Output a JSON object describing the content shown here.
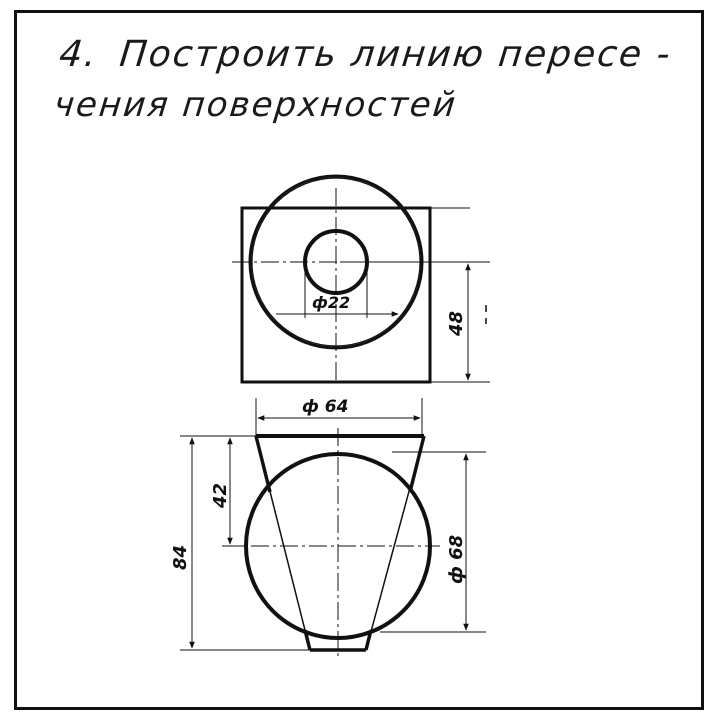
{
  "task": {
    "number": "4.",
    "line1": "Построить линию пересе -",
    "line2": "чения поверхностей"
  },
  "dimensions": {
    "small_hole_diameter": "ф22",
    "top_offset": "48",
    "cone_top_diameter": "ф 64",
    "sphere_diameter": "ф 68",
    "upper_height": "42",
    "total_height": "84"
  },
  "colors": {
    "ink": "#111111",
    "paper": "#ffffff"
  }
}
